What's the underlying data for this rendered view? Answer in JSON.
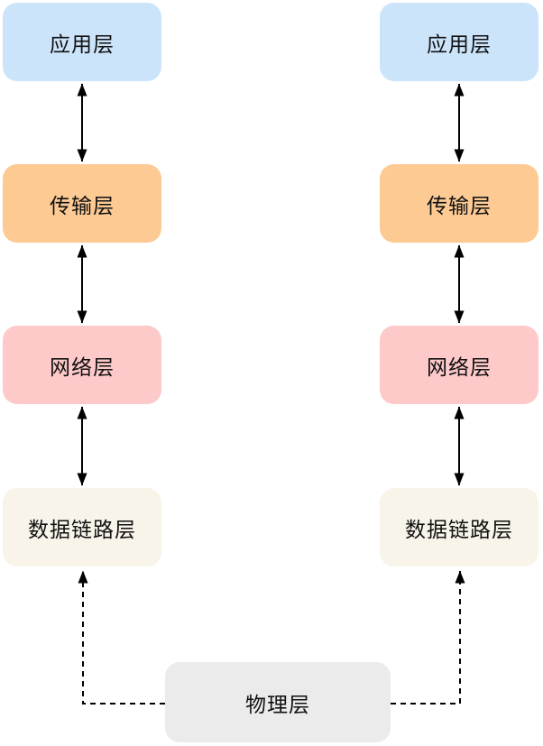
{
  "diagram": {
    "description": "Two network protocol stacks connected through a shared physical layer",
    "layers": [
      {
        "label": "应用层",
        "fill": "#cce4fa"
      },
      {
        "label": "传输层",
        "fill": "#fdca94"
      },
      {
        "label": "网络层",
        "fill": "#fdc9c9"
      },
      {
        "label": "数据链路层",
        "fill": "#f8f4e9"
      }
    ],
    "physical": {
      "label": "物理层",
      "fill": "#ebebeb"
    },
    "text_color": "#111111",
    "connector_color": "#000000",
    "background": "#ffffff"
  }
}
